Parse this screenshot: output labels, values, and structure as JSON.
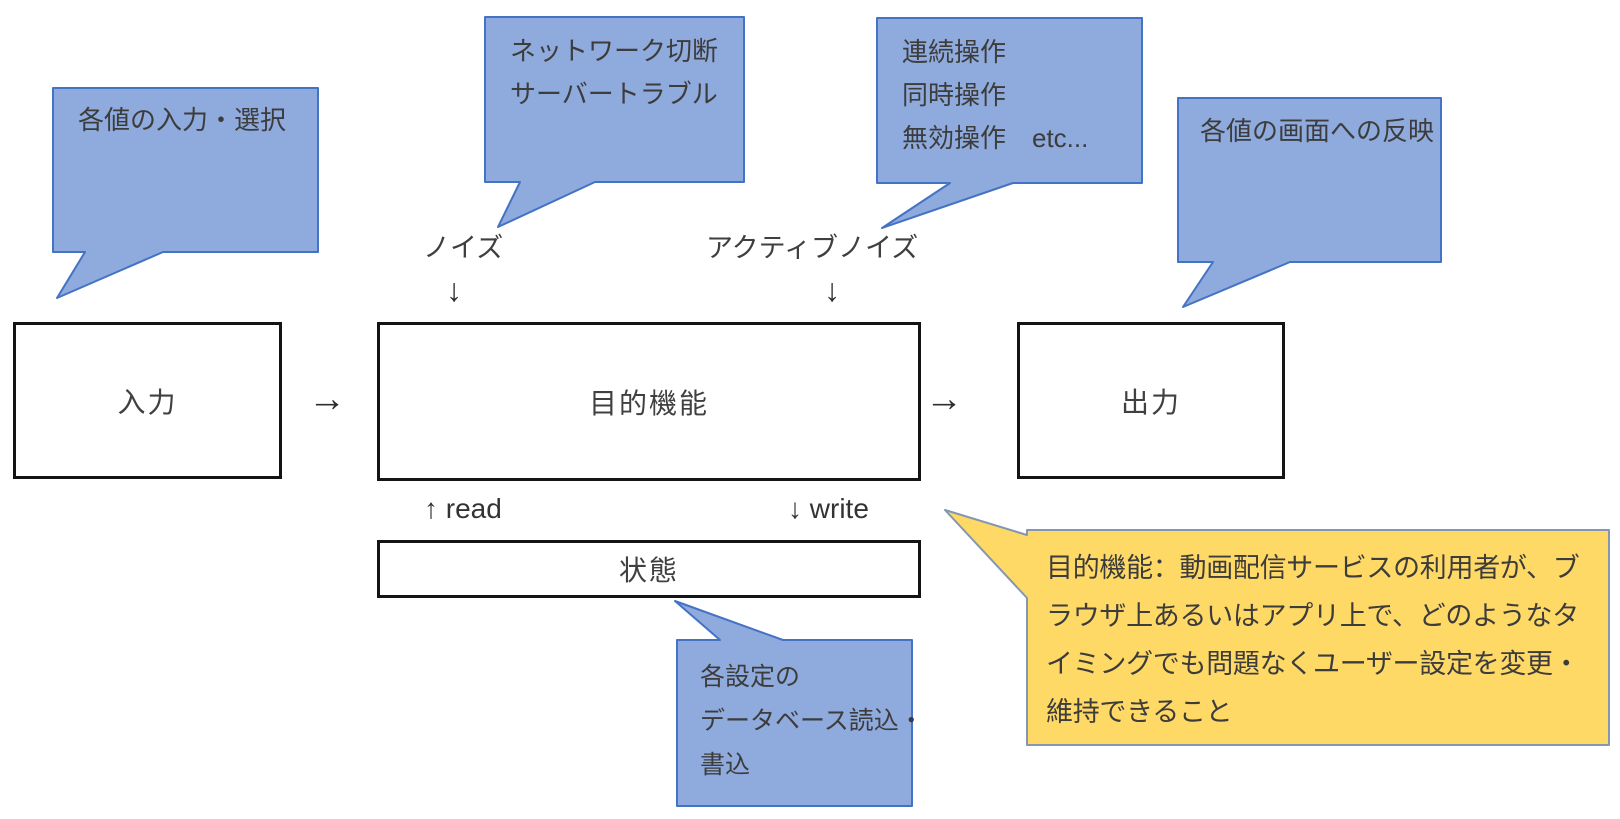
{
  "diagram": {
    "boxes": {
      "input": {
        "label": "入力"
      },
      "function": {
        "label": "目的機能"
      },
      "output": {
        "label": "出力"
      },
      "state": {
        "label": "状態"
      }
    },
    "arrows": {
      "input_to_function": "→",
      "function_to_output": "→",
      "noise_down": "↓",
      "active_noise_down": "↓"
    },
    "labels": {
      "noise": "ノイズ",
      "active_noise": "アクティブノイズ",
      "read": "↑ read",
      "write": "↓ write"
    },
    "callouts": {
      "input_note": {
        "lines": [
          "各値の入力・選択"
        ]
      },
      "noise_note": {
        "lines": [
          "ネットワーク切断",
          "サーバートラブル"
        ]
      },
      "active_noise_note": {
        "lines": [
          "連続操作",
          "同時操作",
          "無効操作　etc..."
        ]
      },
      "output_note": {
        "lines": [
          "各値の画面への反映"
        ]
      },
      "state_note": {
        "lines": [
          "各設定の",
          "データベース読込・",
          "書込"
        ]
      },
      "function_note": {
        "lines": [
          "目的機能：動画配信サービスの利用者が、ブ",
          "ラウザ上あるいはアプリ上で、どのようなタ",
          "イミングでも問題なくユーザー設定を変更・",
          "維持できること"
        ]
      }
    },
    "colors": {
      "callout_blue_fill": "#8FAADC",
      "callout_blue_border": "#4472C4",
      "callout_yellow_fill": "#FFD966",
      "callout_yellow_border": "#8496B0",
      "box_border": "#141414",
      "text": "#3C3C3C"
    }
  }
}
